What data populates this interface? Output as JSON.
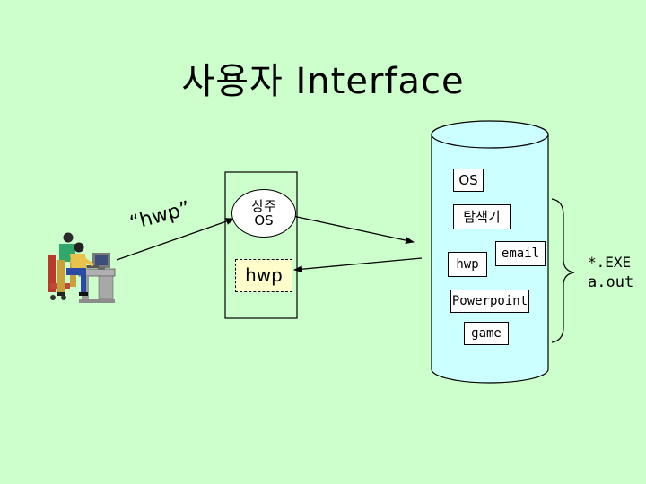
{
  "title": "사용자 Interface",
  "quoted_command": "“hwp”",
  "resident_os": {
    "label_line1": "상주",
    "label_line2": "OS"
  },
  "hwp_box": "hwp",
  "disk": {
    "os_label": "OS",
    "explorer_label": "탐색기",
    "email_label": "email",
    "hwp_label": "hwp",
    "powerpoint_label": "Powerpoint",
    "game_label": "game"
  },
  "executables": {
    "exe_label": "*.EXE",
    "aout_label": "a.out"
  },
  "colors": {
    "background": "#ccffcc",
    "cylinder_fill": "#ccffff"
  }
}
